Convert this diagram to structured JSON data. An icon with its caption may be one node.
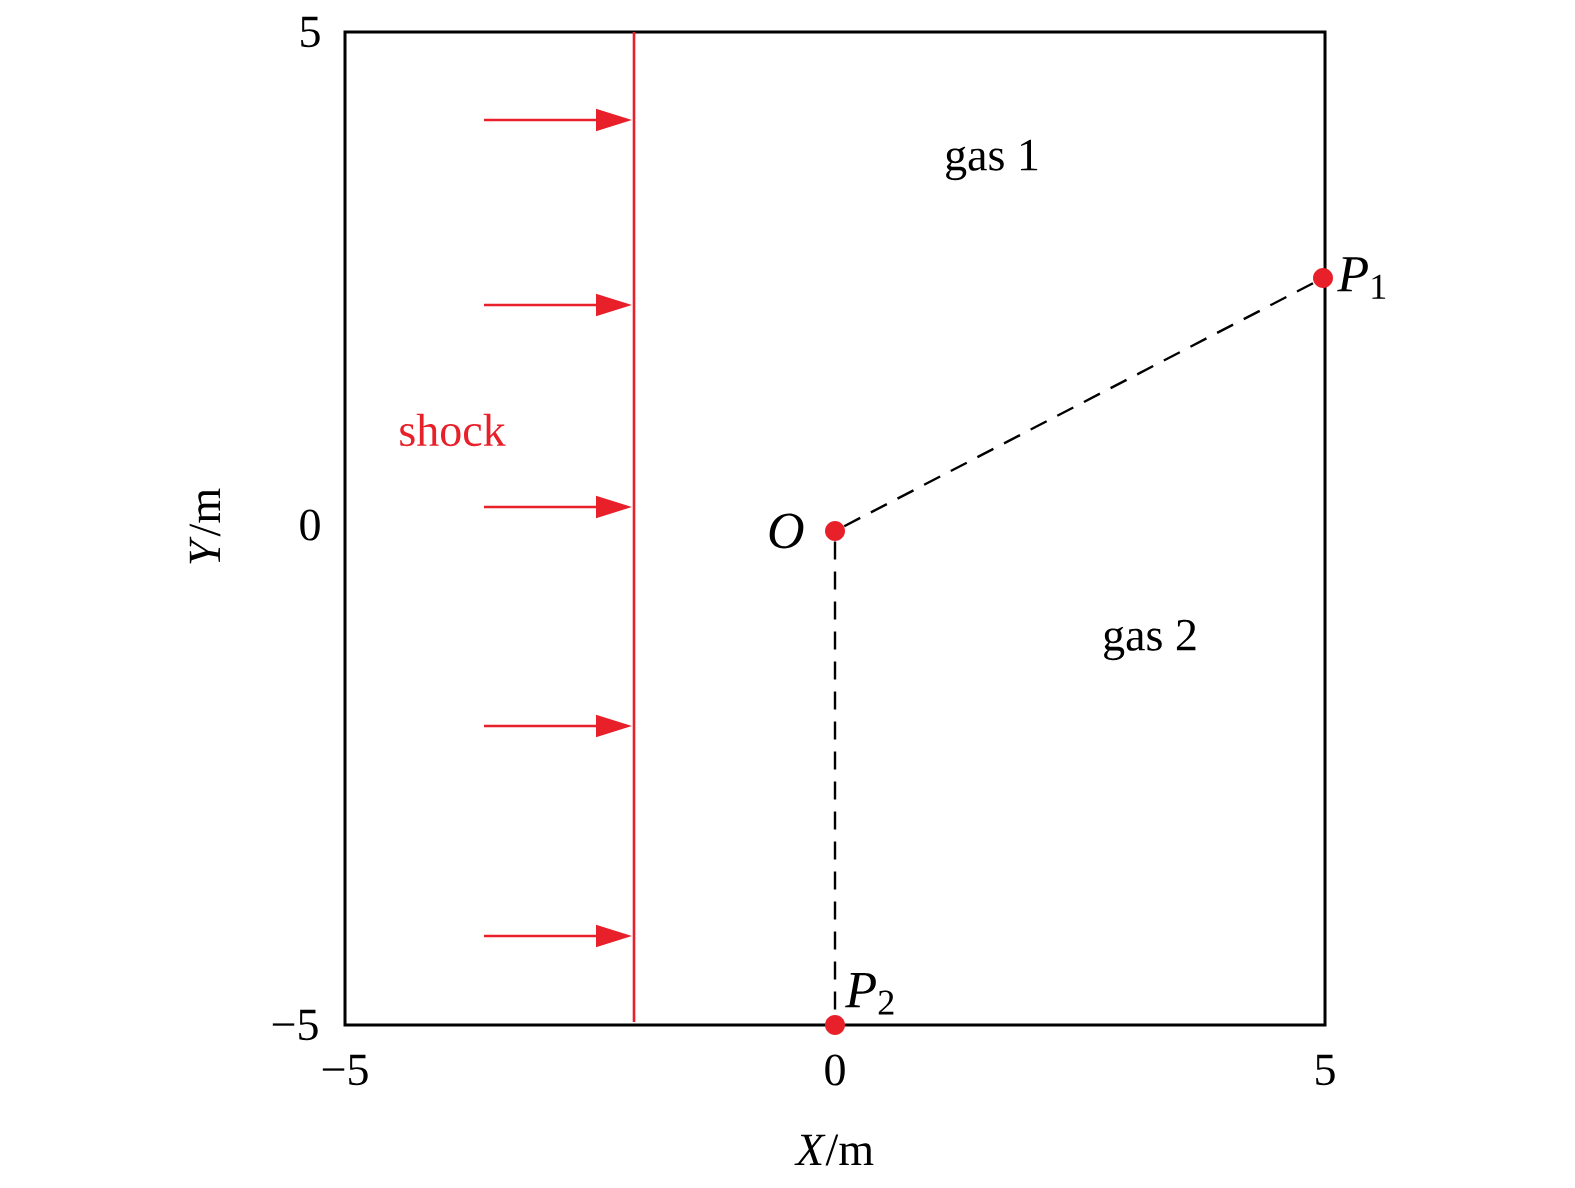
{
  "diagram": {
    "nodes": [
      {
        "text": [],
        "shape": "circle",
        "beside": [
          "*O*"
        ]
      },
      {
        "text": [],
        "shape": "circle",
        "beside": [
          "*P*$_{1}$"
        ]
      },
      {
        "text": [],
        "shape": "circle",
        "beside": [
          "*P*$_{2}$"
        ]
      }
    ],
    "edges": [
      {
        "from": 0,
        "to": 1,
        "arrow": "none",
        "style": "dashed"
      },
      {
        "from": 0,
        "to": 2,
        "arrow": "none",
        "style": "dashed"
      }
    ],
    "labels": [
      "5",
      "gas 1",
      "shock",
      "0",
      "gas 2",
      "−5",
      "−5",
      "0",
      "5",
      "*Y*/m",
      "*X*/m"
    ]
  }
}
